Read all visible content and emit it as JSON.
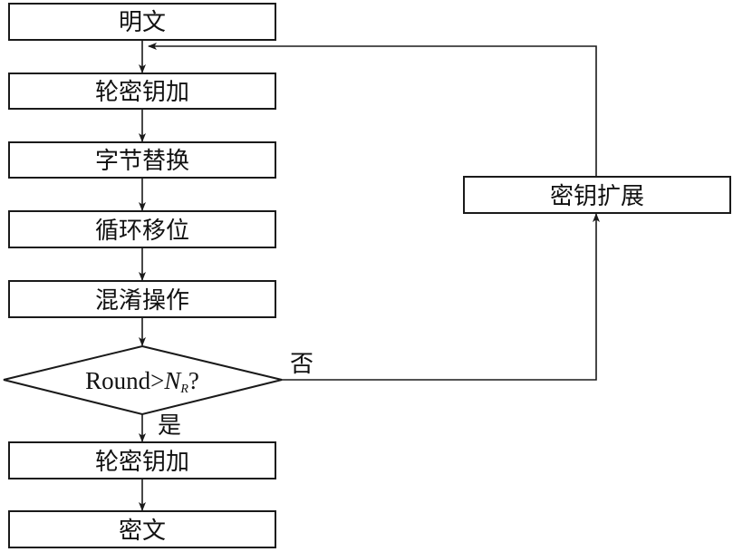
{
  "colors": {
    "stroke": "#1a1a1a",
    "text": "#111111",
    "background": "#ffffff"
  },
  "steps": {
    "plaintext": "明文",
    "add_round_key_1": "轮密钥加",
    "sub_bytes": "字节替换",
    "shift_rows": "循环移位",
    "mix_columns": "混淆操作",
    "add_round_key_2": "轮密钥加",
    "ciphertext": "密文",
    "key_expansion": "密钥扩展"
  },
  "decision": {
    "text_prefix": "Round>",
    "variable": "N",
    "subscript": "R",
    "suffix": "?"
  },
  "branches": {
    "yes": "是",
    "no": "否"
  }
}
